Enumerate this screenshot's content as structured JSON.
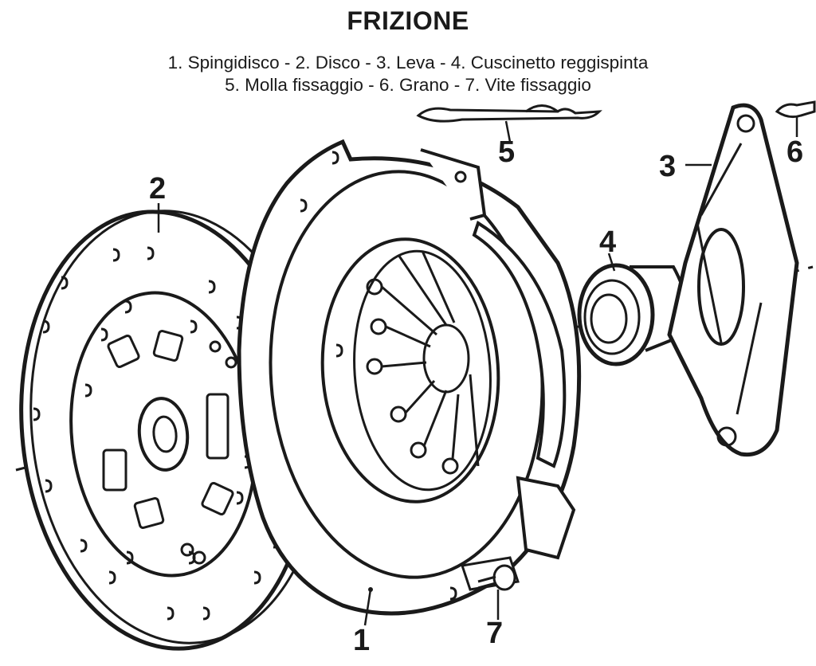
{
  "title": "FRIZIONE",
  "legend": {
    "line1": "1. Spingidisco - 2. Disco - 3. Leva - 4. Cuscinetto reggispinta",
    "line2": "5. Molla fissaggio - 6. Grano - 7. Vite fissaggio"
  },
  "parts": [
    {
      "number": "1",
      "name": "Spingidisco"
    },
    {
      "number": "2",
      "name": "Disco"
    },
    {
      "number": "3",
      "name": "Leva"
    },
    {
      "number": "4",
      "name": "Cuscinetto reggispinta"
    },
    {
      "number": "5",
      "name": "Molla fissaggio"
    },
    {
      "number": "6",
      "name": "Grano"
    },
    {
      "number": "7",
      "name": "Vite fissaggio"
    }
  ]
}
